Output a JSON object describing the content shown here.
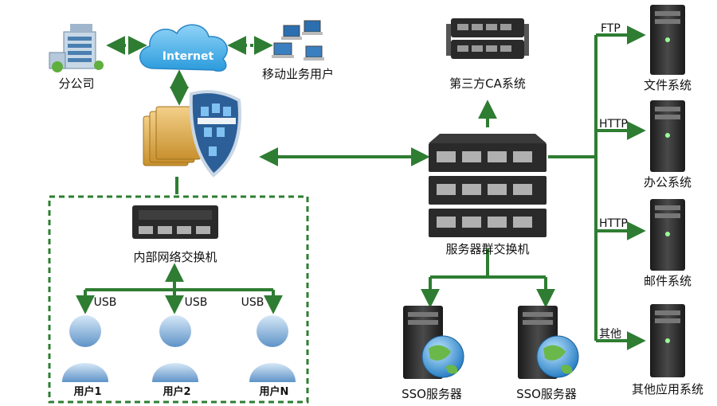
{
  "nodes": {
    "branch": "分公司",
    "internet": "Internet",
    "mobile": "移动业务用户",
    "ca": "第三方CA系统",
    "cluster_switch": "服务器群交换机",
    "internal_switch": "内部网络交换机",
    "user1": "用户1",
    "user2": "用户2",
    "userN": "用户N",
    "sso1": "SSO服务器",
    "sso2": "SSO服务器",
    "file_sys": "文件系统",
    "office_sys": "办公系统",
    "mail_sys": "邮件系统",
    "other_sys": "其他应用系统"
  },
  "links": {
    "usb1": "USB",
    "usb2": "USB",
    "usb3": "USB",
    "ftp": "FTP",
    "http1": "HTTP",
    "http2": "HTTP",
    "other": "其他"
  },
  "colors": {
    "line": "#2e7d32",
    "cloud": "#4fb3ea",
    "device_dark": "#2a2a2a",
    "user_blue": "#8ab8e0",
    "globe": "#2e8fd0"
  },
  "icons": [
    "building-icon",
    "cloud-icon",
    "laptop-icon",
    "firewall-icon",
    "switch-icon",
    "server-tower-icon",
    "user-icon",
    "globe-icon"
  ]
}
